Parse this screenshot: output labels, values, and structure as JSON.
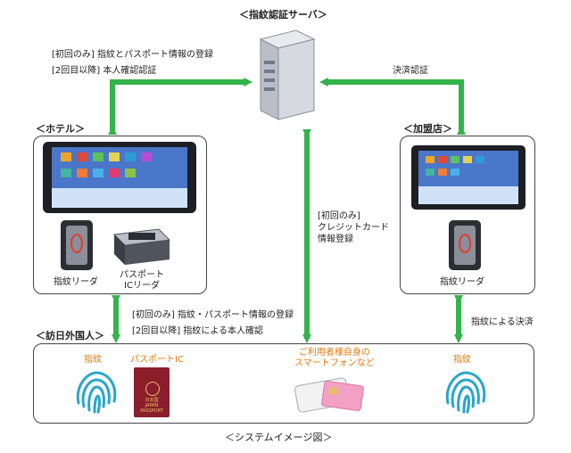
{
  "server": {
    "title": "＜指紋認証サーバ＞"
  },
  "hotel": {
    "title": "＜ホテル＞",
    "reader_label": "指紋リーダ",
    "passport_reader_label": "パスポート\nICリーダ"
  },
  "merchant": {
    "title": "＜加盟店＞",
    "reader_label": "指紋リーダ"
  },
  "visitor": {
    "title": "＜訪日外国人＞",
    "fingerprint_label": "指紋",
    "passport_label": "パスポートIC",
    "phone_label": "ご利用者様自身の\nスマートフォンなど",
    "fingerprint2_label": "指紋",
    "passport_cover_text": "日本国\nJAPAN\nPASSPORT"
  },
  "arrows": {
    "hotel_server_line1": "[初回のみ] 指紋とパスポート情報の登録",
    "hotel_server_line2": "[2回目以降] 本人確認認証",
    "merchant_server": "決済認証",
    "phone_server": "[初回のみ]\nクレジットカード\n情報登録",
    "visitor_hotel_line1": "[初回のみ] 指紋・パスポート情報の登録",
    "visitor_hotel_line2": "[2回目以降] 指紋による本人確認",
    "visitor_merchant": "指紋による決済"
  },
  "caption": "＜システムイメージ図＞",
  "colors": {
    "arrow": "#33b34a",
    "accent": "#e07a10",
    "border": "#444444"
  }
}
